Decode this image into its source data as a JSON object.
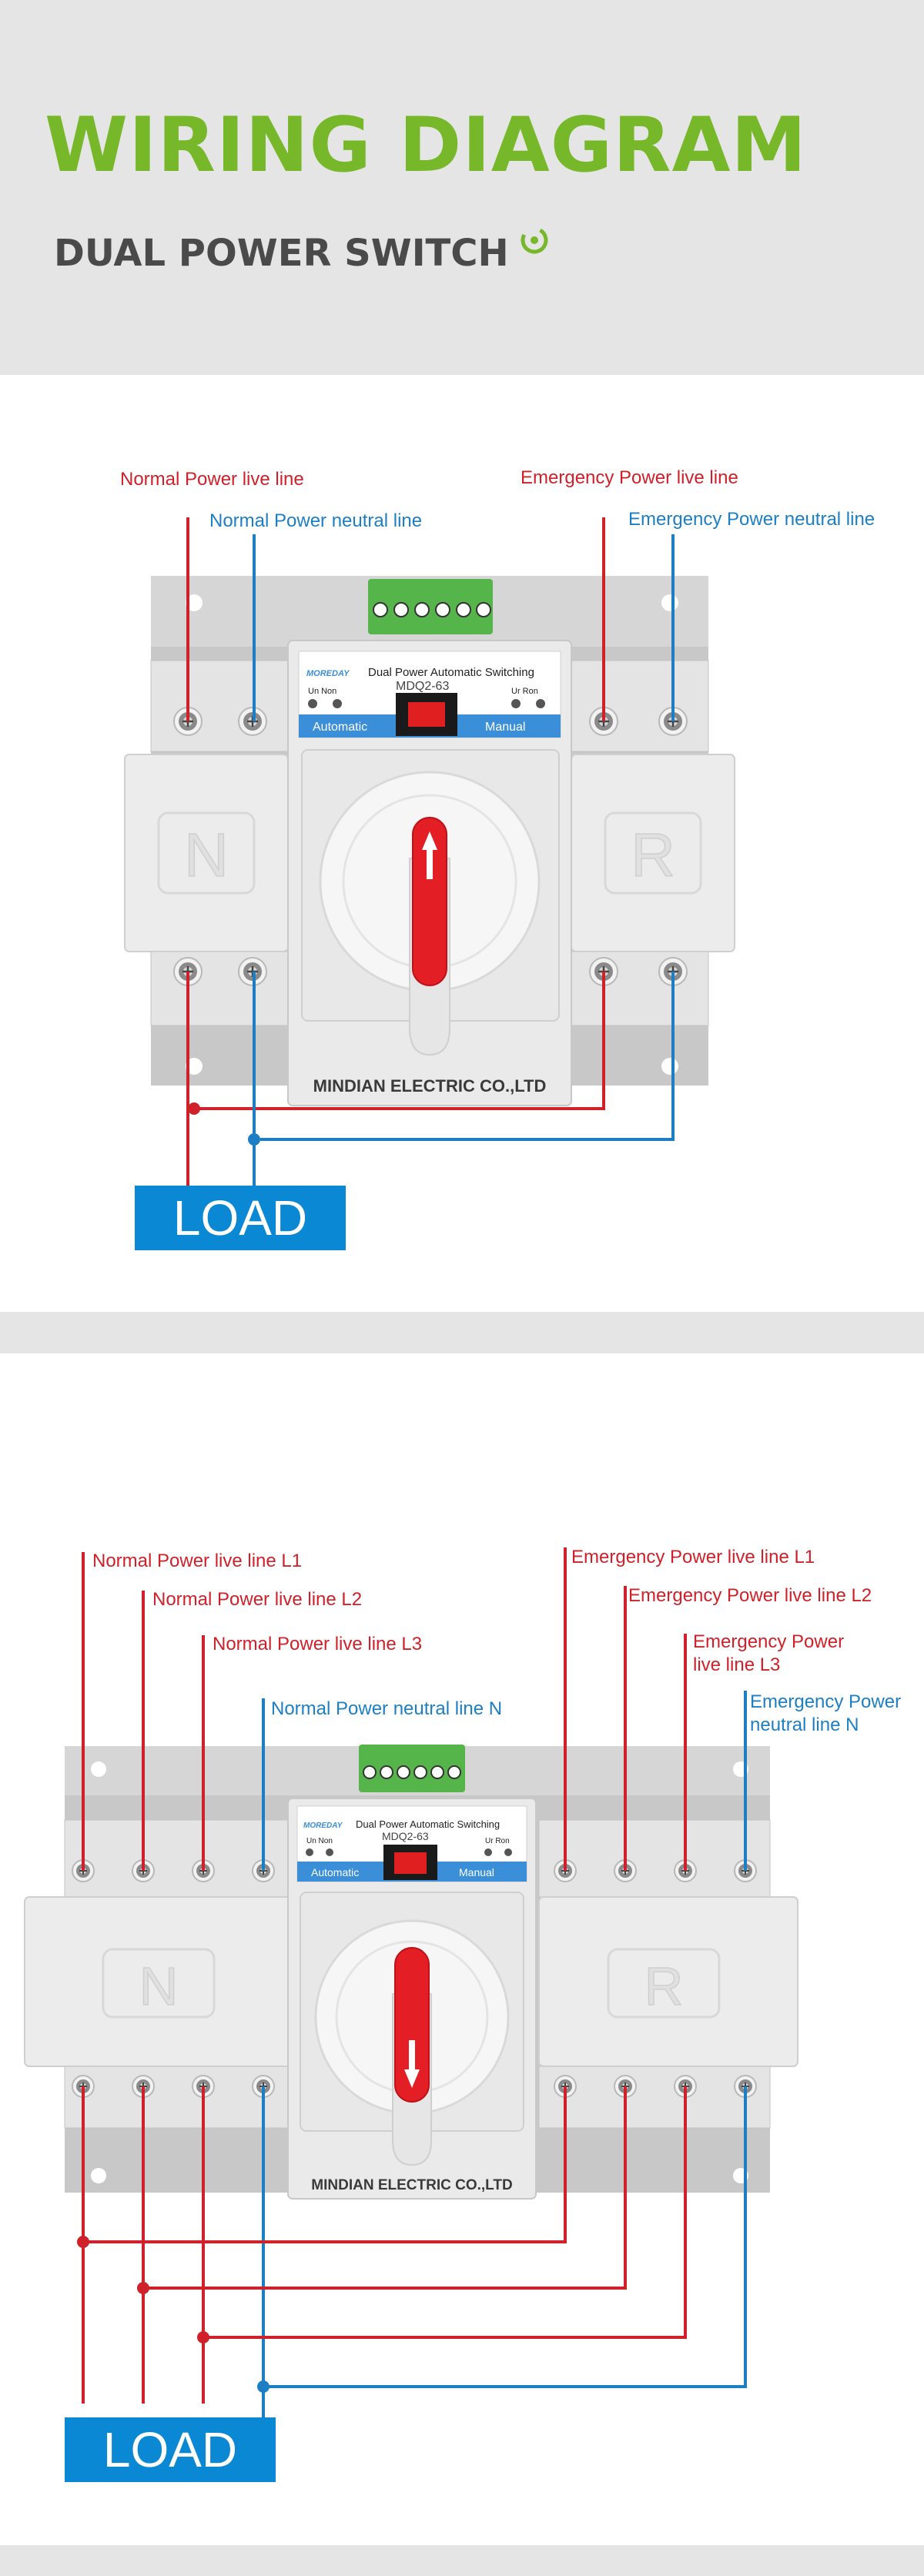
{
  "header": {
    "title": "WIRING  DIAGRAM",
    "subtitle": "DUAL POWER  SWITCH"
  },
  "switch_labels": {
    "brand": "MOREDAY",
    "product": "Dual Power Automatic Switching",
    "model": "MDQ2-63",
    "un_non": "Un Non",
    "ur_ron": "Ur Ron",
    "automatic": "Automatic",
    "manual": "Manual",
    "maker": "MINDIAN ELECTRIC CO.,LTD",
    "normal_letter": "N",
    "reserve_letter": "R"
  },
  "diagram1": {
    "normal_live": "Normal Power live line",
    "normal_neutral": "Normal Power neutral line",
    "emergency_live": "Emergency Power live line",
    "emergency_neutral": "Emergency Power neutral line",
    "load": "LOAD"
  },
  "diagram2": {
    "normal_l1": "Normal Power live line L1",
    "normal_l2": "Normal Power live line L2",
    "normal_l3": "Normal Power live line L3",
    "normal_n": "Normal Power neutral line N",
    "emergency_l1": "Emergency Power live line L1",
    "emergency_l2": "Emergency Power live line L2",
    "emergency_l3_line1": "Emergency Power",
    "emergency_l3_line2": "live line L3",
    "emergency_n_line1": "Emergency Power",
    "emergency_n_line2": "neutral line N",
    "load": "LOAD"
  },
  "colors": {
    "title_green": "#76b82a",
    "live_red": "#d0202a",
    "neutral_blue": "#1d7fc3",
    "load_blue": "#0b88d4"
  }
}
